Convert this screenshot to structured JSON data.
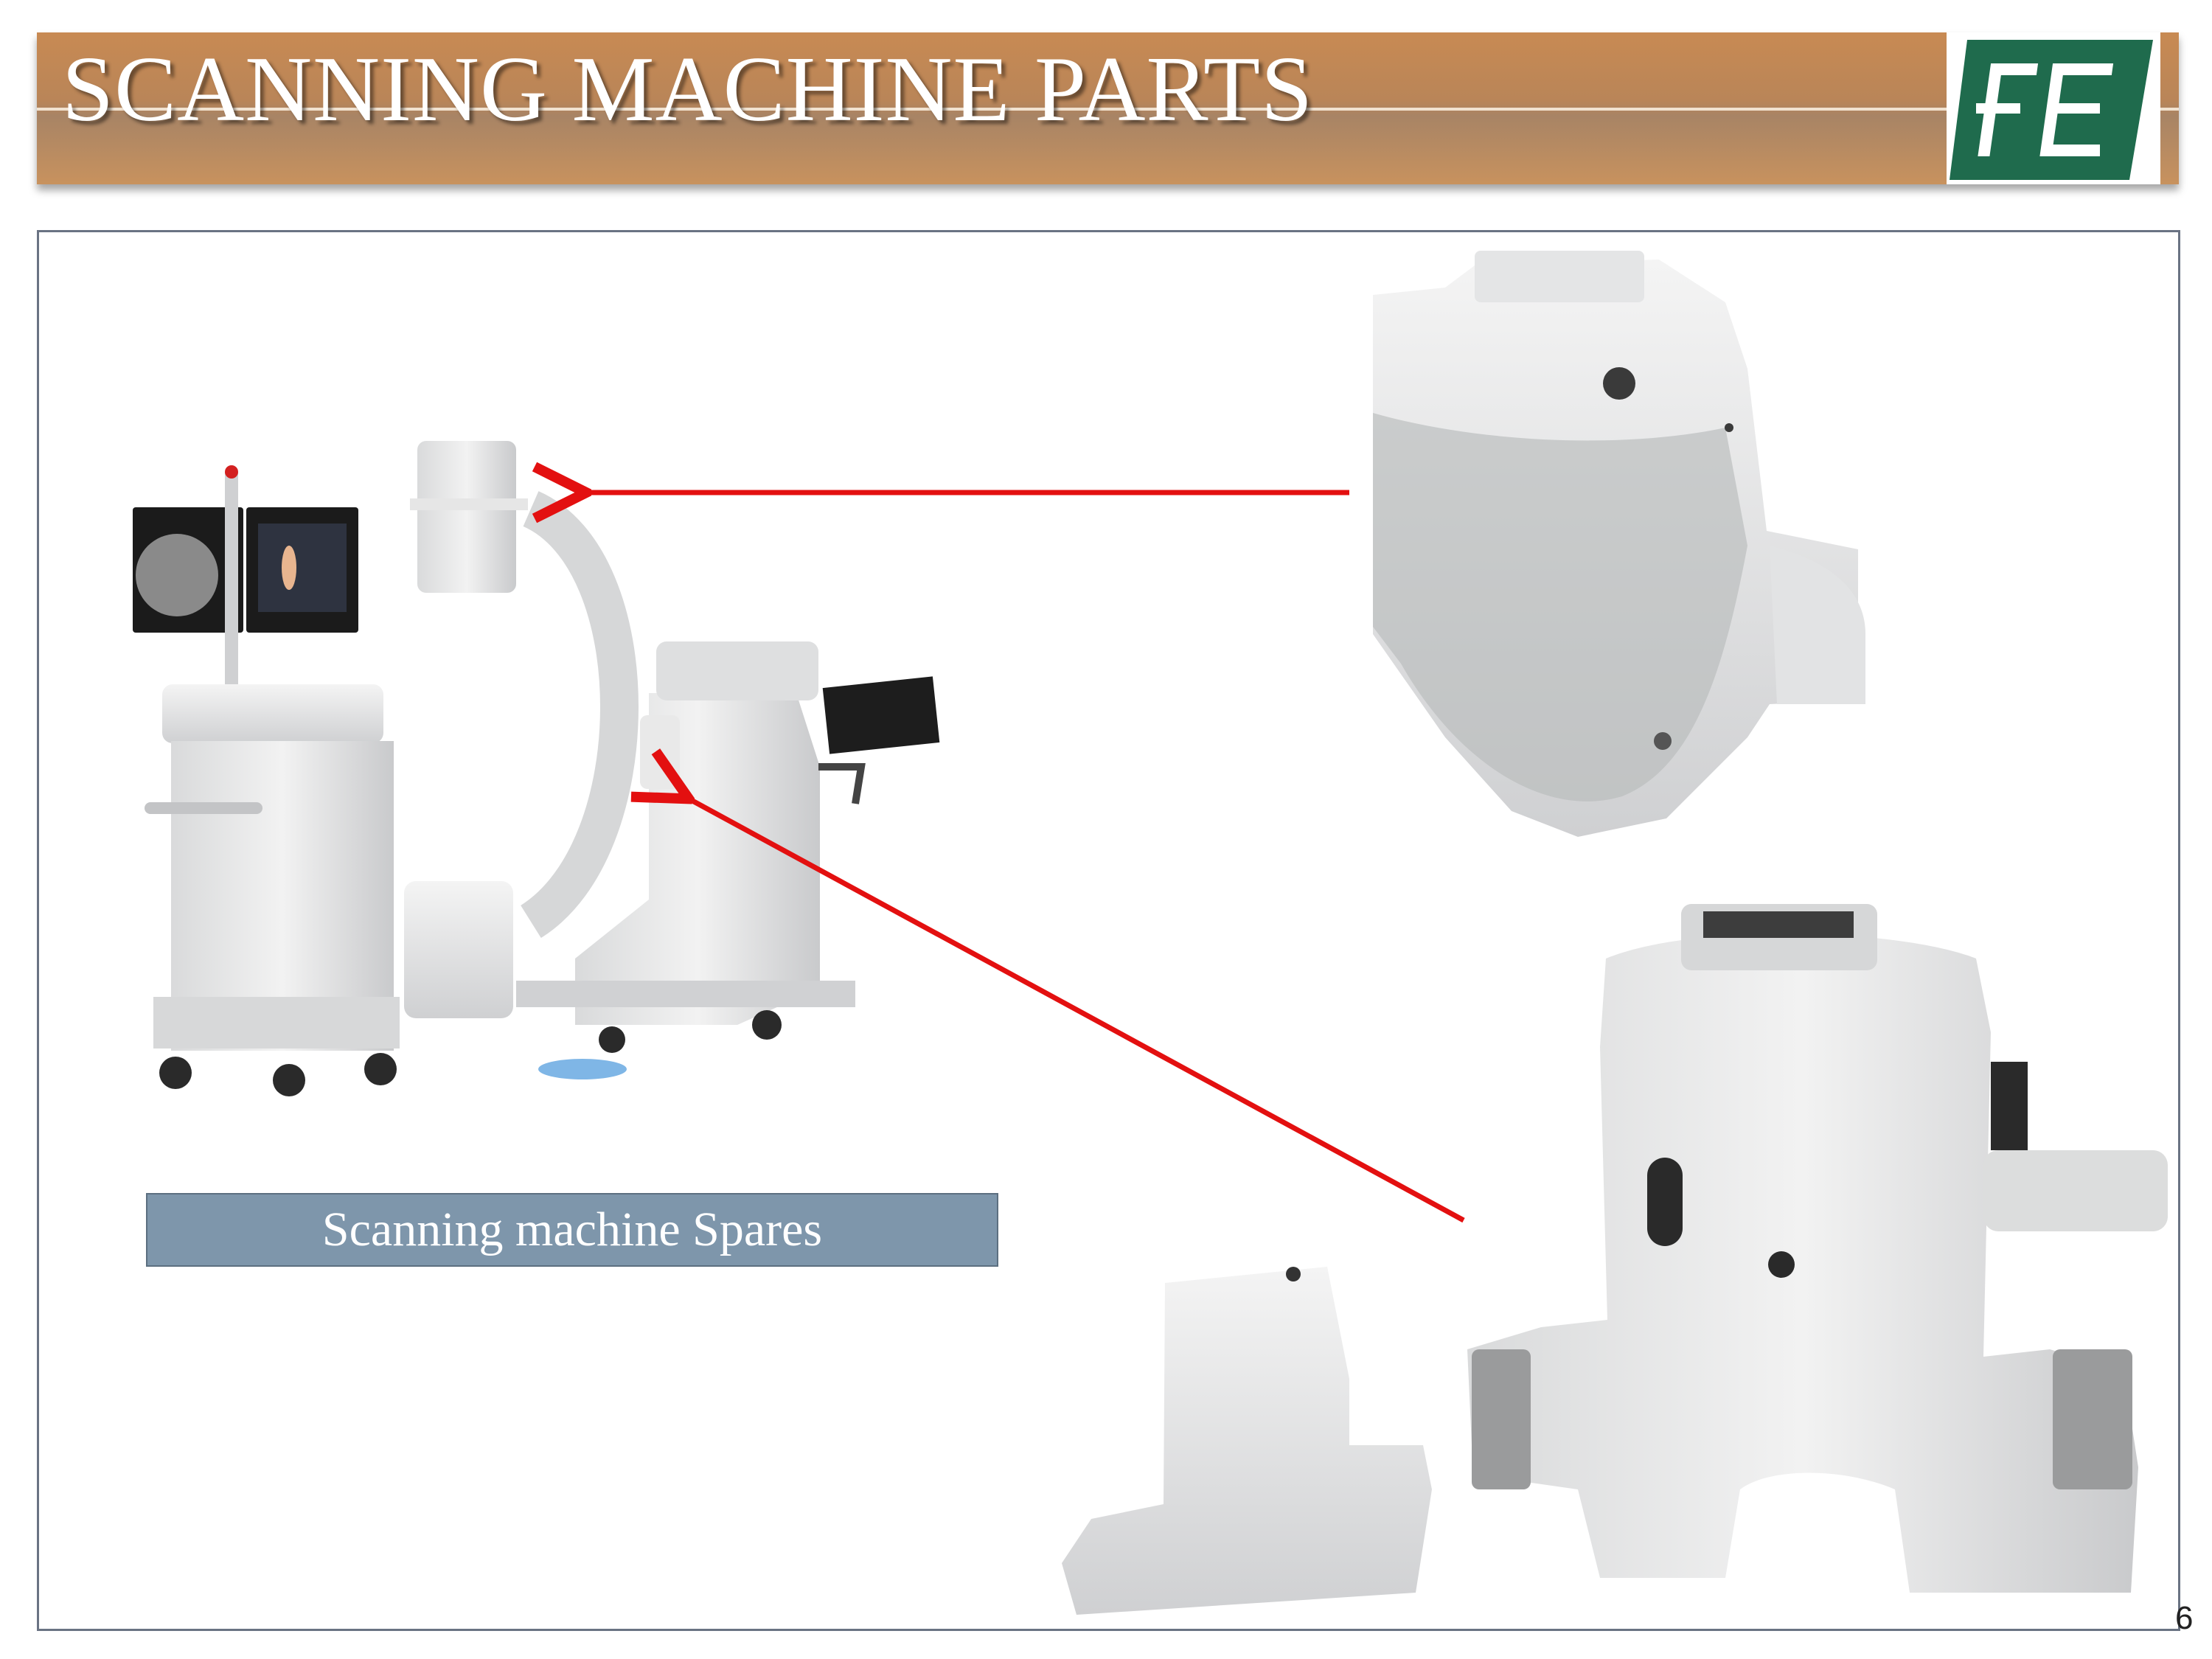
{
  "slide": {
    "title": "SCANNING MACHINE PARTS",
    "caption": "Scanning machine Spares",
    "page_number": "6"
  },
  "logo": {
    "glyphs": "FE",
    "color": "#1f6b4d"
  },
  "colors": {
    "title_bar": "#c88a53",
    "caption_bg": "#7e96ab",
    "arrow": "#e31010"
  },
  "images": [
    {
      "name": "c-arm-xray-machine"
    },
    {
      "name": "cover-part-closeup"
    },
    {
      "name": "base-housing-and-handle-covers"
    }
  ]
}
